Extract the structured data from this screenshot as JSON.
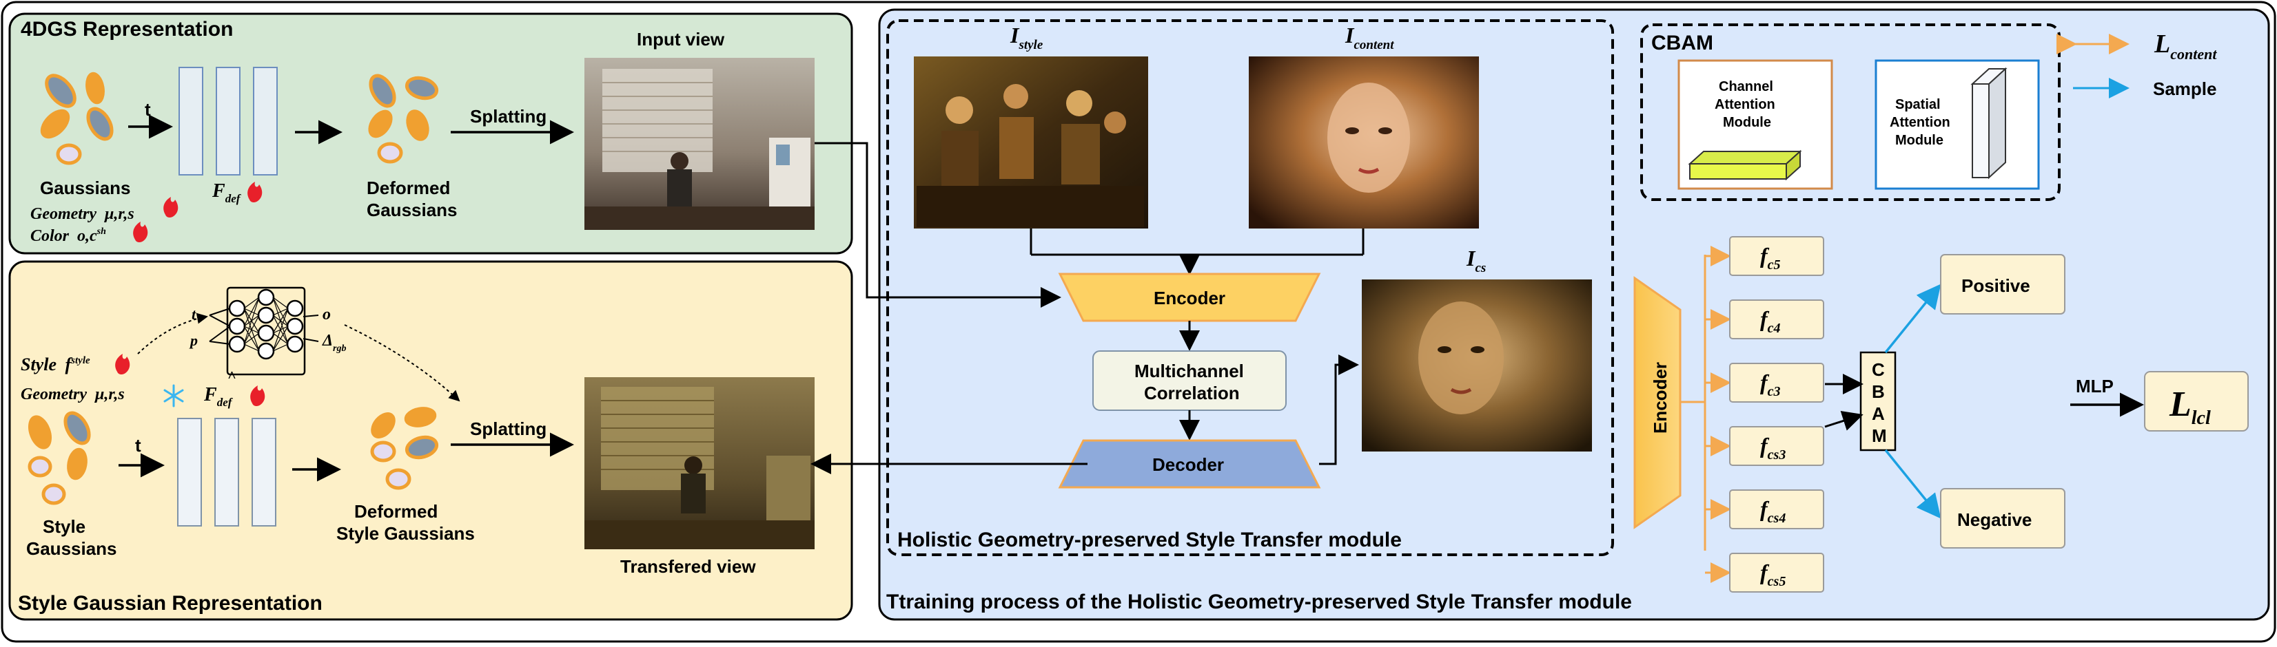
{
  "panels": {
    "gs4d": {
      "title": "4DGS Representation",
      "gaussians_label": "Gaussians",
      "geometry_label": "Geometry",
      "geometry_params": "μ,r,s",
      "color_label": "Color",
      "color_params": "o,c",
      "color_sup": "sh",
      "t_label": "t",
      "fdef": "F",
      "fdef_sub": "def",
      "deformed_label_1": "Deformed",
      "deformed_label_2": "Gaussians",
      "splatting_label": "Splatting",
      "input_view_label": "Input view"
    },
    "style_gs": {
      "title": "Style Gaussian Representation",
      "style_label": "Style",
      "style_f": "f",
      "style_sup": "style",
      "geometry_label": "Geometry",
      "geometry_params": "μ,r,s",
      "mlp_t": "t",
      "mlp_p": "p",
      "mlp_o": "o",
      "mlp_delta": "Δ",
      "mlp_delta_sub": "rgb",
      "t_label": "t",
      "fdef": "F",
      "fdef_sub": "def",
      "fdef_hat": "^",
      "gaussians_label_1": "Style",
      "gaussians_label_2": "Gaussians",
      "deformed_label_1": "Deformed",
      "deformed_label_2": "Style Gaussians",
      "splatting_label": "Splatting",
      "transferred_label": "Transfered view"
    },
    "training": {
      "title": "Ttraining process of the Holistic Geometry-preserved Style Transfer module",
      "hgst_title": "Holistic Geometry-preserved Style Transfer module",
      "i_style": "I",
      "i_style_sub": "style",
      "i_content": "I",
      "i_content_sub": "content",
      "i_cs": "I",
      "i_cs_sub": "cs",
      "encoder": "Encoder",
      "mcc_1": "Multichannel",
      "mcc_2": "Correlation",
      "decoder": "Decoder",
      "cbam_title": "CBAM",
      "channel_1": "Channel",
      "channel_2": "Attention",
      "channel_3": "Module",
      "spatial_1": "Spatial",
      "spatial_2": "Attention",
      "spatial_3": "Module",
      "legend_content": "L",
      "legend_content_sub": "content",
      "legend_sample": "Sample",
      "encoder_vertical": "Encoder",
      "features": [
        {
          "f": "f",
          "sub": "c5"
        },
        {
          "f": "f",
          "sub": "c4"
        },
        {
          "f": "f",
          "sub": "c3"
        },
        {
          "f": "f",
          "sub": "cs3"
        },
        {
          "f": "f",
          "sub": "cs4"
        },
        {
          "f": "f",
          "sub": "cs5"
        }
      ],
      "cbam_letters": [
        "C",
        "B",
        "A",
        "M"
      ],
      "positive": "Positive",
      "negative": "Negative",
      "mlp": "MLP",
      "loss": "L",
      "loss_sub": "lcl"
    }
  },
  "colors": {
    "panel_green": "#d5e8d4",
    "panel_yellow": "#fdf0c8",
    "panel_blue": "#dae8fc",
    "gaussian_orange": "#f0a030",
    "gaussian_blue": "#7f93a8",
    "gaussian_lilac": "#e4dcf0",
    "encoder_yellow": "#fdd163",
    "decoder_blue": "#8eaadb",
    "feature_box": "#fdf3d3",
    "cbam_box": "#fdf3d3",
    "orange_line": "#f4a950",
    "blue_line": "#1ba1e2",
    "flame_red": "#e8202a",
    "snow_blue": "#3ab6f0"
  }
}
